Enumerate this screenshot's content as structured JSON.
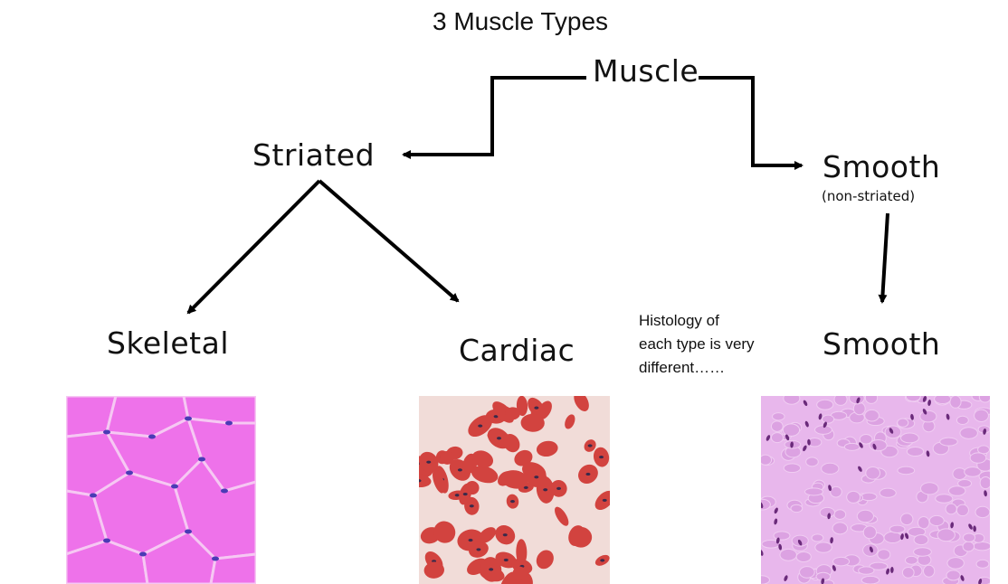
{
  "title": "3 Muscle Types",
  "nodes": {
    "muscle": "Muscle",
    "striated": "Striated",
    "smooth_top": "Smooth",
    "smooth_sub": "(non-striated)",
    "skeletal": "Skeletal",
    "cardiac": "Cardiac",
    "smooth_bottom": "Smooth"
  },
  "note": [
    "Histology of",
    "each type is very",
    "different……"
  ],
  "colors": {
    "skeletal_bg": "#e95ae6",
    "skeletal_fibre": "#ee72ea",
    "skeletal_nucleus": "#4a3bb5",
    "cardiac_bg": "#f1dcd8",
    "cardiac_fibre": "#d2433f",
    "cardiac_nucleus": "#3a2a4a",
    "smooth_bg": "#e8b7ec",
    "smooth_cell": "#dca2e2",
    "smooth_nucleus": "#6a2a7a"
  }
}
